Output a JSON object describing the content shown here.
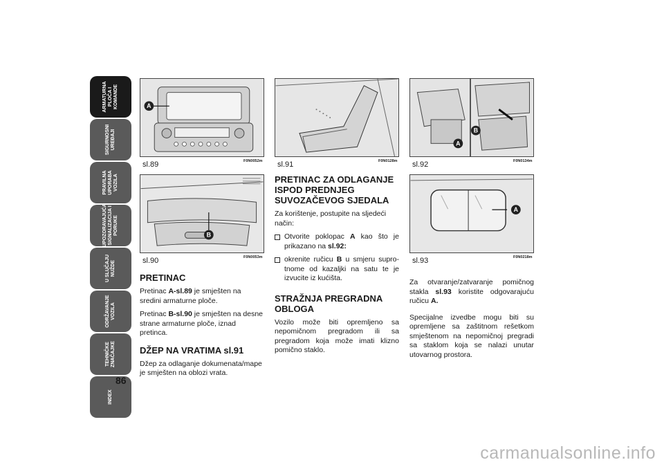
{
  "tabs": [
    {
      "label": "ARMATURNA\nPLOČA I\nKOMANDE",
      "active": true
    },
    {
      "label": "SIGURNOSNI\nUREĐAJI",
      "active": false
    },
    {
      "label": "PRAVILNA\nUPORABA\nVOZILA",
      "active": false
    },
    {
      "label": "UPOZORAVAJUĆA\nSIGNALIZACIJA I\nPORUKE",
      "active": false
    },
    {
      "label": "U SLUČAJU\nNUŽDE",
      "active": false
    },
    {
      "label": "ODRŽAVANJE\nVOZILA",
      "active": false
    },
    {
      "label": "TEHNIČKE\nZNAČAJKE",
      "active": false
    },
    {
      "label": "INDEX",
      "active": false
    }
  ],
  "page_number": "86",
  "figures": {
    "sl89": {
      "caption": "sl.89",
      "code": "F0N0052m",
      "marker": "A"
    },
    "sl90": {
      "caption": "sl.90",
      "code": "F0N0053m",
      "marker": "B"
    },
    "sl91": {
      "caption": "sl.91",
      "code": "F0N0128m"
    },
    "sl92": {
      "caption": "sl.92",
      "code": "F0N0134m",
      "marker_a": "A",
      "marker_b": "B"
    },
    "sl93": {
      "caption": "sl.93",
      "code": "F0N0218m",
      "marker": "A"
    }
  },
  "col1": {
    "pretinac_title": "PRETINAC",
    "p1_a": "Pretinac ",
    "p1_b": "A-sl.89",
    "p1_c": " je smješten na sredini armaturne ploče.",
    "p2_a": "Pretinac ",
    "p2_b": "B-sl.90",
    "p2_c": " je smješten na desne strane armaturne ploče, iznad pretinca.",
    "dzep_title": "DŽEP NA VRATIMA sl.91",
    "p3": "Džep za odlaganje dokumenata/mape je smješten na oblozi vrata."
  },
  "col2": {
    "title": "PRETINAC ZA ODLAGANJE ISPOD PREDNJEG SUVOZAČEVOG SJEDALA",
    "intro": "Za korištenje, postupite na sljedeći način:",
    "b1_a": "Otvorite poklopac ",
    "b1_b": "A",
    "b1_c": " kao što je prikazano na ",
    "b1_d": "sl.92:",
    "b2_a": "okrenite ručicu ",
    "b2_b": "B",
    "b2_c": " u smjeru supro-tnome od kazaljki na satu te je izvucite iz kućišta.",
    "straz_title": "STRAŽNJA PREGRADNA OBLOGA",
    "p_straz": "Vozilo može biti opremljeno sa nepomičnom pregradom ili sa pregradom koja može imati klizno pomično staklo."
  },
  "col3": {
    "p1_a": "Za otvaranje/zatvaranje pomičnog stakla ",
    "p1_b": "sl.93",
    "p1_c": " koristite odgovarajuću ručicu ",
    "p1_d": "A.",
    "p2": "Specijalne izvedbe mogu biti su opremljene sa zaštitnom rešetkom smještenom na nepomičnoj pregradi sa staklom koja se nalazi unutar utovarnog prostora."
  },
  "watermark": "carmanualsonline.info"
}
